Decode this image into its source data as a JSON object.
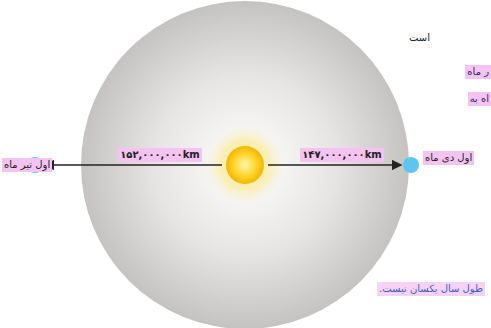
{
  "diagram": {
    "labels": [
      "است",
      "ر ماه",
      "اه به",
      "۱۵۲,۰۰۰,۰۰۰km",
      "۱۴۷,۰۰۰,۰۰۰km",
      "اول تیر ماه",
      "اول دی ماه",
      "طول سال یکسان نیست."
    ]
  }
}
